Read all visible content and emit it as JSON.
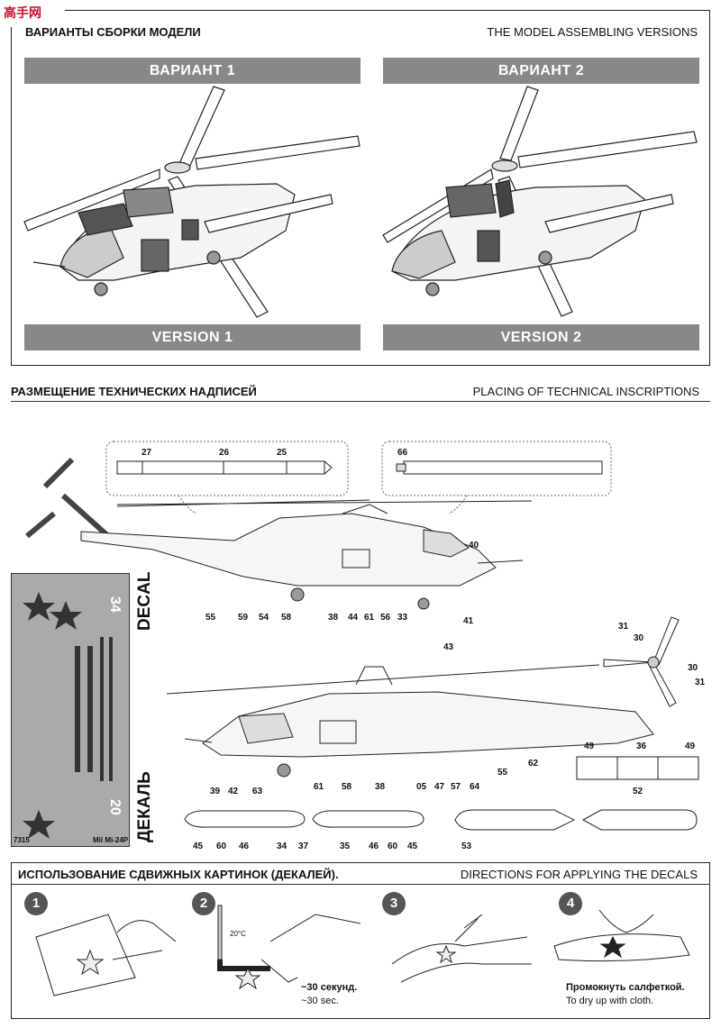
{
  "watermark": "高手网",
  "section_versions": {
    "title_ru": "ВАРИАНТЫ СБОРКИ МОДЕЛИ",
    "title_en": "THE MODEL ASSEMBLING VERSIONS",
    "variant1_ru": "ВАРИАНТ 1",
    "variant2_ru": "ВАРИАНТ 2",
    "version1_en": "VERSION 1",
    "version2_en": "VERSION 2"
  },
  "section_inscriptions": {
    "title_ru": "РАЗМЕЩЕНИЕ ТЕХНИЧЕСКИХ НАДПИСЕЙ",
    "title_en": "PLACING OF TECHNICAL INSCRIPTIONS",
    "decal_en": "DECAL",
    "decal_ru": "ДЕКАЛЬ",
    "sheet_code": "7315",
    "sheet_model": "Mil Mi-24P",
    "callouts": {
      "rotor_top": [
        "27",
        "26",
        "25"
      ],
      "rotor_right": [
        "66"
      ],
      "upper_side": [
        "55",
        "59",
        "54",
        "58",
        "38",
        "44",
        "61",
        "56",
        "33",
        "40",
        "41"
      ],
      "lower_side": [
        "43",
        "39",
        "42",
        "63",
        "61",
        "58",
        "38",
        "05",
        "47",
        "57",
        "64",
        "55",
        "62"
      ],
      "tail_rotor": [
        "31",
        "30",
        "30",
        "31"
      ],
      "stub": [
        "49",
        "36",
        "49",
        "52"
      ],
      "pylons": [
        "45",
        "60",
        "46",
        "34",
        "37",
        "35",
        "46",
        "60",
        "45"
      ],
      "tank": [
        "53"
      ]
    }
  },
  "section_directions": {
    "title_ru": "ИСПОЛЬЗОВАНИЕ СДВИЖНЫХ КАРТИНОК (ДЕКАЛЕЙ).",
    "title_en": "DIRECTIONS  FOR APPLYING THE DECALS",
    "steps": [
      "1",
      "2",
      "3",
      "4"
    ],
    "temp": "20°C",
    "step2_ru": "~30 секунд.",
    "step2_en": "~30 sec.",
    "step4_ru": "Промокнуть салфеткой.",
    "step4_en": "To dry up with cloth."
  }
}
